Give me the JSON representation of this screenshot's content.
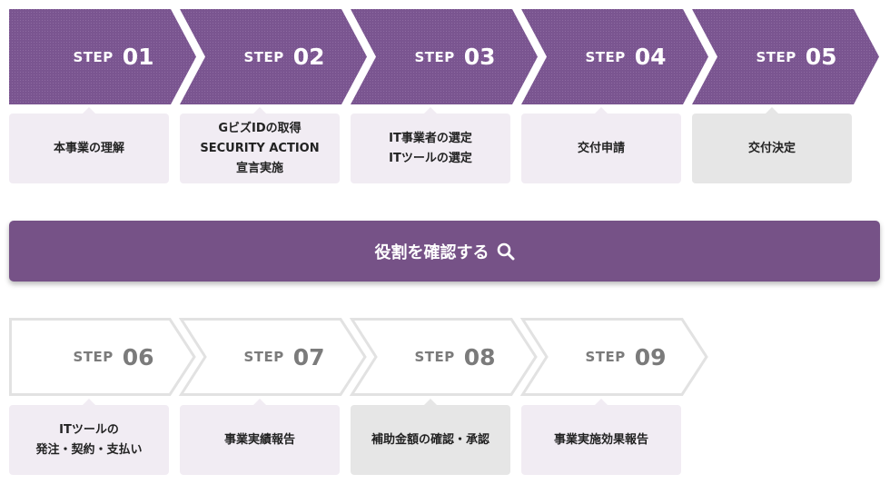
{
  "colors": {
    "active_arrow": "#7a5590",
    "inactive_arrow_border": "#e2e2e2",
    "card_bg": "#f1ecf3",
    "card_gray_bg": "#e6e6e6",
    "button_bg": "#765287"
  },
  "steps_top": [
    {
      "word": "STEP",
      "num": "01",
      "card": "本事業の理解",
      "gray": false
    },
    {
      "word": "STEP",
      "num": "02",
      "card": "GビズIDの取得\nSECURITY ACTION\n宣言実施",
      "gray": false
    },
    {
      "word": "STEP",
      "num": "03",
      "card": "IT事業者の選定\nITツールの選定",
      "gray": false
    },
    {
      "word": "STEP",
      "num": "04",
      "card": "交付申請",
      "gray": false
    },
    {
      "word": "STEP",
      "num": "05",
      "card": "交付決定",
      "gray": true
    }
  ],
  "role_button": {
    "label": "役割を確認する",
    "icon": "search-icon"
  },
  "steps_bottom": [
    {
      "word": "STEP",
      "num": "06",
      "card": "ITツールの\n発注・契約・支払い",
      "gray": false
    },
    {
      "word": "STEP",
      "num": "07",
      "card": "事業実績報告",
      "gray": false
    },
    {
      "word": "STEP",
      "num": "08",
      "card": "補助金額の確認・承認",
      "gray": true
    },
    {
      "word": "STEP",
      "num": "09",
      "card": "事業実施効果報告",
      "gray": false
    }
  ]
}
